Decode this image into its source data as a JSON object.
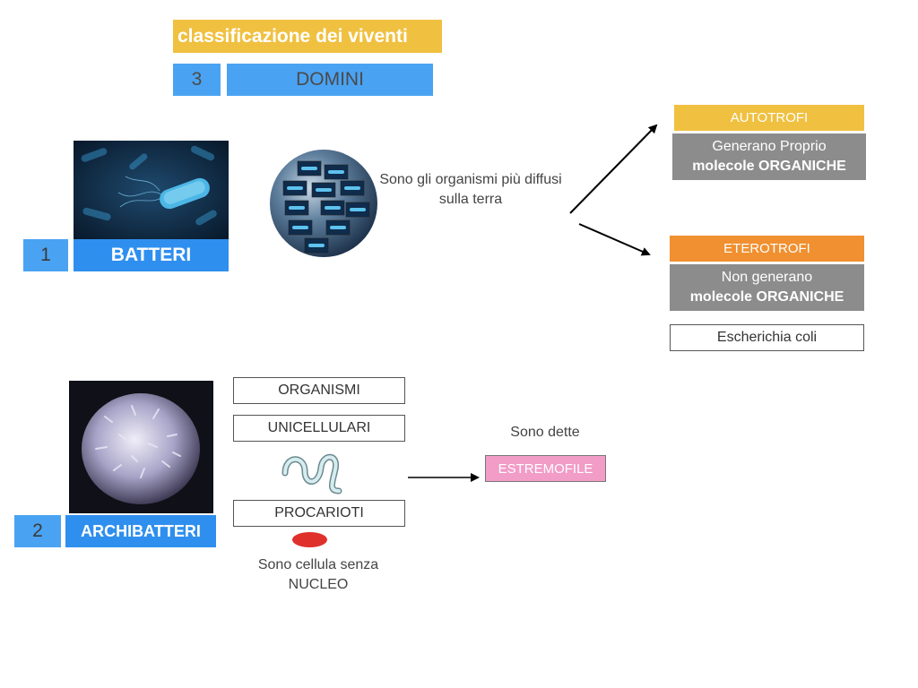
{
  "header": {
    "title": "classificazione dei viventi",
    "number": "3",
    "label": "DOMINI"
  },
  "batteri": {
    "number": "1",
    "label": "BATTERI",
    "description": "Sono gli organismi più diffusi sulla terra"
  },
  "nutrition": {
    "autotrofi": {
      "title": "AUTOTROFI",
      "line1": "Generano Proprio",
      "line2": "molecole ORGANICHE"
    },
    "eterotrofi": {
      "title": "ETEROTROFI",
      "line1": "Non generano",
      "line2": "molecole ORGANICHE"
    },
    "example": "Escherichia coli"
  },
  "archibatteri": {
    "number": "2",
    "label": "ARCHIBATTERI",
    "box1": "ORGANISMI",
    "box2": "UNICELLULARI",
    "box3": "PROCARIOTI",
    "description_line1": "Sono cellula senza",
    "description_line2": "NUCLEO",
    "called": "Sono dette",
    "result": "ESTREMOFILE"
  },
  "colors": {
    "yellow": "#f0c040",
    "blue": "#4aa3f2",
    "orange": "#f09030",
    "gray": "#8c8c8c",
    "pink": "#f29cc8",
    "red": "#e0302c"
  }
}
